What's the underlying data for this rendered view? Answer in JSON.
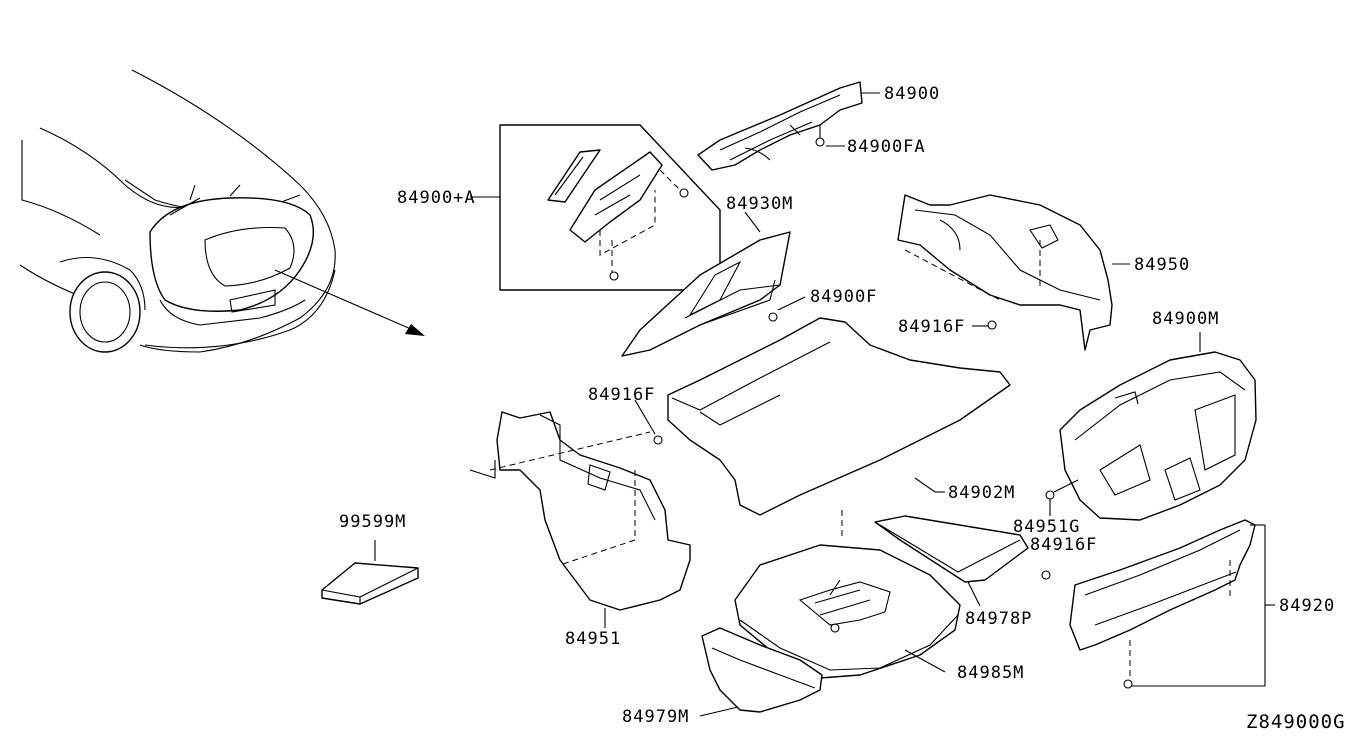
{
  "diagram": {
    "id": "Z849000G",
    "callouts": {
      "c84900": "84900",
      "c84900FA": "84900FA",
      "c84900A": "84900+A",
      "c84930M": "84930M",
      "c84900F": "84900F",
      "c84950": "84950",
      "c84916F_top": "84916F",
      "c84900M": "84900M",
      "c84916F_left": "84916F",
      "c84902M": "84902M",
      "c84951G": "84951G",
      "c84916F_right": "84916F",
      "c99599M": "99599M",
      "c84951": "84951",
      "c84978P": "84978P",
      "c84920": "84920",
      "c84985M": "84985M",
      "c84979M": "84979M"
    }
  }
}
